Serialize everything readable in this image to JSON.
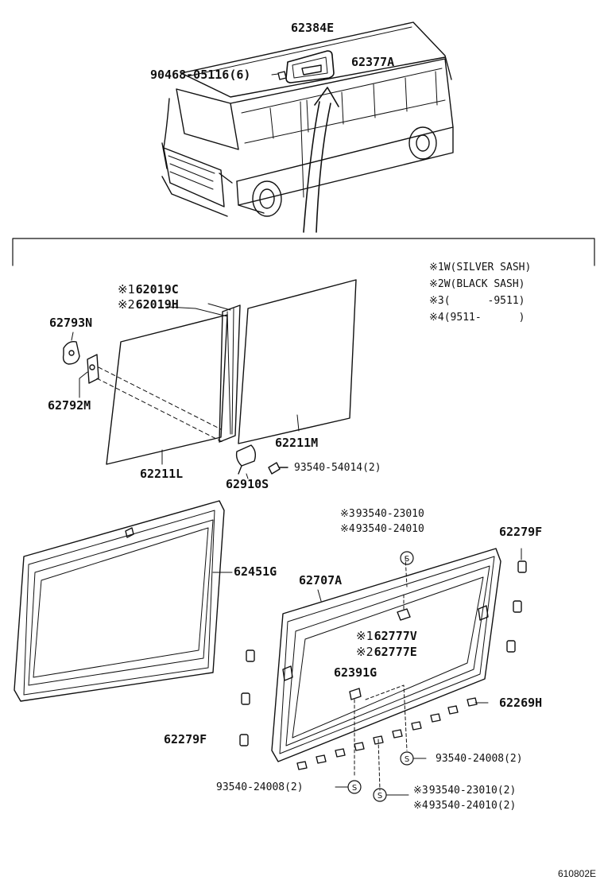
{
  "diagram": {
    "callouts": [
      {
        "id": "62384E",
        "label": "62384E"
      },
      {
        "id": "62377A",
        "label": "62377A"
      },
      {
        "id": "90468",
        "label": "90468-05116(6)"
      },
      {
        "id": "62019C",
        "mark": "※1",
        "label": "62019C"
      },
      {
        "id": "62019H",
        "mark": "※2",
        "label": "62019H"
      },
      {
        "id": "62793N",
        "label": "62793N"
      },
      {
        "id": "62792M",
        "label": "62792M"
      },
      {
        "id": "62211M",
        "label": "62211M"
      },
      {
        "id": "62211L",
        "label": "62211L"
      },
      {
        "id": "62910S",
        "label": "62910S"
      },
      {
        "id": "93540-54014",
        "label": "93540-54014(2)"
      },
      {
        "id": "93540-23010-top",
        "mark": "※3",
        "label": "93540-23010"
      },
      {
        "id": "93540-24010-top",
        "mark": "※4",
        "label": "93540-24010"
      },
      {
        "id": "62279F-top",
        "label": "62279F"
      },
      {
        "id": "62451G",
        "label": "62451G"
      },
      {
        "id": "62707A",
        "label": "62707A"
      },
      {
        "id": "62777V",
        "mark": "※1",
        "label": "62777V"
      },
      {
        "id": "62777E",
        "mark": "※2",
        "label": "62777E"
      },
      {
        "id": "62391G",
        "label": "62391G"
      },
      {
        "id": "62269H",
        "label": "62269H"
      },
      {
        "id": "62279F-bottom",
        "label": "62279F"
      },
      {
        "id": "93540-24008-right",
        "label": "93540-24008(2)"
      },
      {
        "id": "93540-24008-left",
        "label": "93540-24008(2)"
      },
      {
        "id": "93540-23010-bottom",
        "mark": "※3",
        "label": "93540-23010(2)"
      },
      {
        "id": "93540-24010-bottom",
        "mark": "※4",
        "label": "93540-24010(2)"
      }
    ],
    "legend": [
      {
        "mark": "※1",
        "text": "W(SILVER SASH)"
      },
      {
        "mark": "※2",
        "text": "W(BLACK SASH)"
      },
      {
        "mark": "※3",
        "text": "(      -9511)"
      },
      {
        "mark": "※4",
        "text": "(9511-      )"
      }
    ],
    "screw_symbol": "S",
    "drawing_code": "610802E"
  }
}
